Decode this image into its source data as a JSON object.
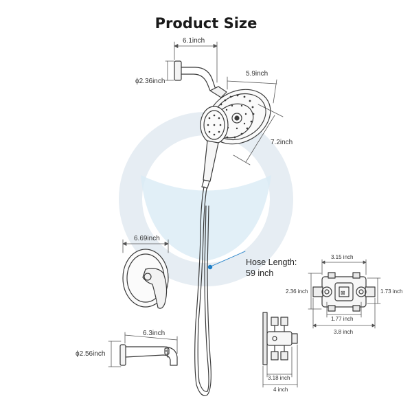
{
  "title": "Product Size",
  "labels": {
    "arm_length": "6.1inch",
    "arm_diameter": "ϕ2.36inch",
    "head_width": "5.9inch",
    "head_height": "7.2inch",
    "trim_width": "6.69inch",
    "spout_length": "6.3inch",
    "spout_diameter": "ϕ2.56inch",
    "hose_length_line1": "Hose Length:",
    "hose_length_line2": "59 inch",
    "valve_top_width": "3.15 inch",
    "valve_left_height": "2.36 inch",
    "valve_right_height": "1.73 inch",
    "valve_inner_width": "1.77 inch",
    "valve_bottom_width": "3.8 inch",
    "valve_side_depth": "3.18 inch",
    "valve_side_total": "4 inch"
  },
  "colors": {
    "line": "#3a3a3a",
    "dimension": "#555555",
    "accent": "#1e7fc8",
    "watermark": "#e4ecf3",
    "watermark_fill": "#d6e9f4"
  }
}
